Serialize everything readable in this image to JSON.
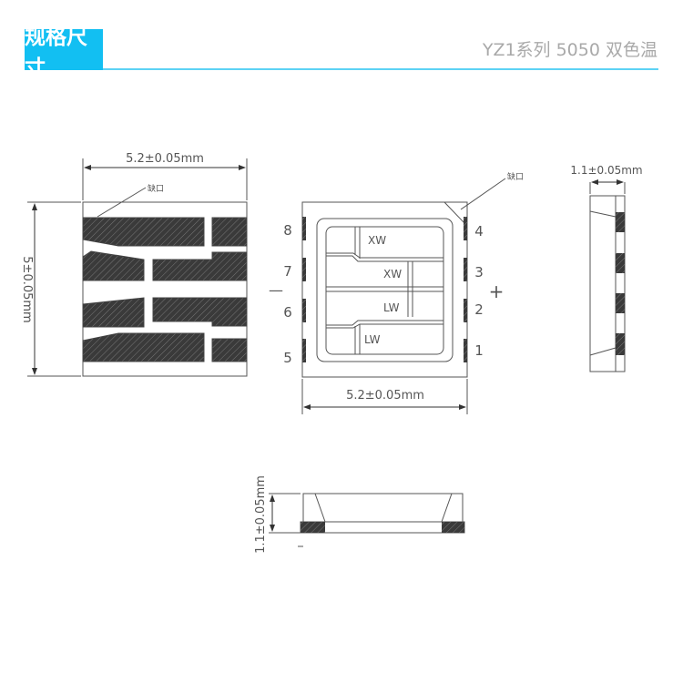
{
  "header": {
    "title": "规格尺寸",
    "subtitle": "YZ1系列 5050 双色温"
  },
  "drawing": {
    "top_view": {
      "width_dim": "5.2±0.05mm",
      "height_dim": "5±0.05mm",
      "notch_label": "缺口"
    },
    "front_view": {
      "width_dim": "5.2±0.05mm",
      "notch_label": "缺口",
      "left_pins": [
        "8",
        "7",
        "6",
        "5"
      ],
      "right_pins": [
        "4",
        "3",
        "2",
        "1"
      ],
      "minus": "—",
      "plus": "+",
      "chips": [
        "XW",
        "XW",
        "LW",
        "LW"
      ]
    },
    "side_view": {
      "thickness_dim": "1.1±0.05mm"
    },
    "bottom_view": {
      "thickness_dim": "1.1±0.05mm"
    }
  },
  "colors": {
    "accent": "#12bff2",
    "pad": "#3a3a3a"
  }
}
